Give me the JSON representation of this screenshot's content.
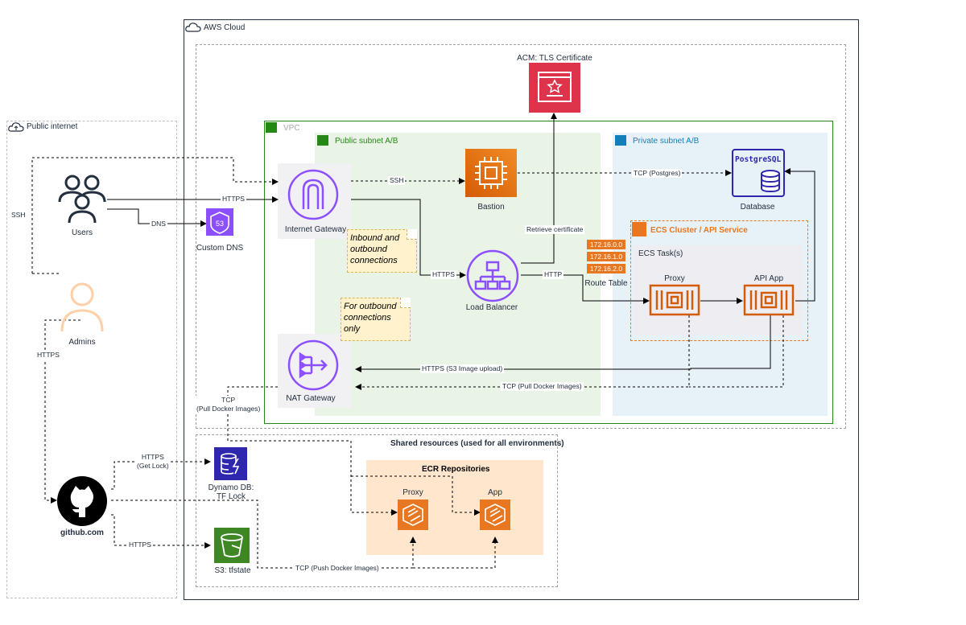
{
  "groups": {
    "public_internet": "Public internet",
    "aws_cloud": "AWS Cloud",
    "vpc": "VPC",
    "public_subnet": "Public subnet A/B",
    "private_subnet": "Private subnet A/B",
    "ecs_cluster": "ECS Cluster / API Service",
    "ecs_task": "ECS Task(s)",
    "shared": "Shared resources (used for all environments)",
    "ecr": "ECR Repositories"
  },
  "nodes": {
    "users": "Users",
    "admins": "Admins",
    "github": "github.com",
    "custom_dns": "Custom DNS",
    "internet_gateway": "Internet Gateway",
    "nat_gateway": "NAT Gateway",
    "bastion": "Bastion",
    "load_balancer": "Load Balancer",
    "acm": "ACM: TLS Certificate",
    "database": "Database",
    "postgresql": "PostgreSQL",
    "proxy": "Proxy",
    "api_app": "API App",
    "route_table": "Route Table",
    "dynamodb_line1": "Dynamo DB:",
    "dynamodb_line2": "TF Lock",
    "s3": "S3: tfstate",
    "ecr_proxy": "Proxy",
    "ecr_app": "App"
  },
  "route_ips": [
    "172.16.0.0",
    "172.16.1.0",
    "172.16.2.0"
  ],
  "notes": {
    "inbound": "Inbound and outbound connections",
    "outbound": "For outbound connections only"
  },
  "edges": {
    "ssh_admin": "SSH",
    "https_users": "HTTPS",
    "dns": "DNS",
    "ssh_bastion": "SSH",
    "tcp_postgres": "TCP (Postgres)",
    "retrieve_cert": "Retrieve certificate",
    "https_lb": "HTTPS",
    "http_lb": "HTTP",
    "https_s3": "HTTPS (S3 Image upload)",
    "tcp_pull": "TCP (Pull Docker Images)",
    "tcp_pull_ecr_line1": "TCP",
    "tcp_pull_ecr_line2": "(Pull Docker Images)",
    "https_admin": "HTTPS",
    "https_lock_line1": "HTTPS",
    "https_lock_line2": "(Get Lock)",
    "https_s3state": "HTTPS",
    "tcp_push": "TCP (Push Docker Images)"
  },
  "colors": {
    "aws_cloud_border": "#232f3e",
    "vpc_border": "#248814",
    "public_subnet_fill": "#e9f3e6",
    "private_subnet_fill": "#e6f2f8",
    "ecs_orange": "#e87722",
    "ecr_fill": "#ffe6cc",
    "gateway_purple": "#8c4fff",
    "acm_red": "#dd344c",
    "s3_green": "#3f8624",
    "database_blue": "#2e27ad"
  }
}
